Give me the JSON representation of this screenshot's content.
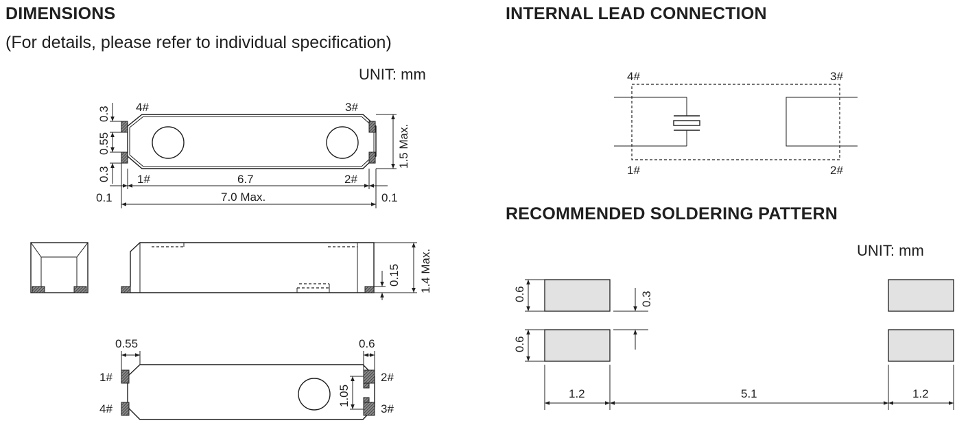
{
  "dimensions": {
    "title": "DIMENSIONS",
    "subtitle": "(For details, please refer to individual specification)",
    "unit": "UNIT: mm",
    "top_view": {
      "pins": [
        "4#",
        "3#",
        "1#",
        "2#"
      ],
      "dims": [
        "0.3",
        "0.55",
        "0.3",
        "1.5 Max.",
        "6.7",
        "7.0 Max.",
        "0.1",
        "0.1"
      ]
    },
    "side_view": {
      "dims": [
        "0.15",
        "1.4 Max."
      ]
    },
    "bottom_view": {
      "pins": [
        "1#",
        "4#",
        "2#",
        "3#"
      ],
      "dims": [
        "0.55",
        "0.6",
        "1.05"
      ]
    }
  },
  "internal": {
    "title": "INTERNAL LEAD CONNECTION",
    "pins": [
      "4#",
      "3#",
      "1#",
      "2#"
    ]
  },
  "soldering": {
    "title": "RECOMMENDED SOLDERING PATTERN",
    "unit": "UNIT: mm",
    "dims": [
      "0.6",
      "0.6",
      "0.3",
      "1.2",
      "5.1",
      "1.2"
    ]
  }
}
